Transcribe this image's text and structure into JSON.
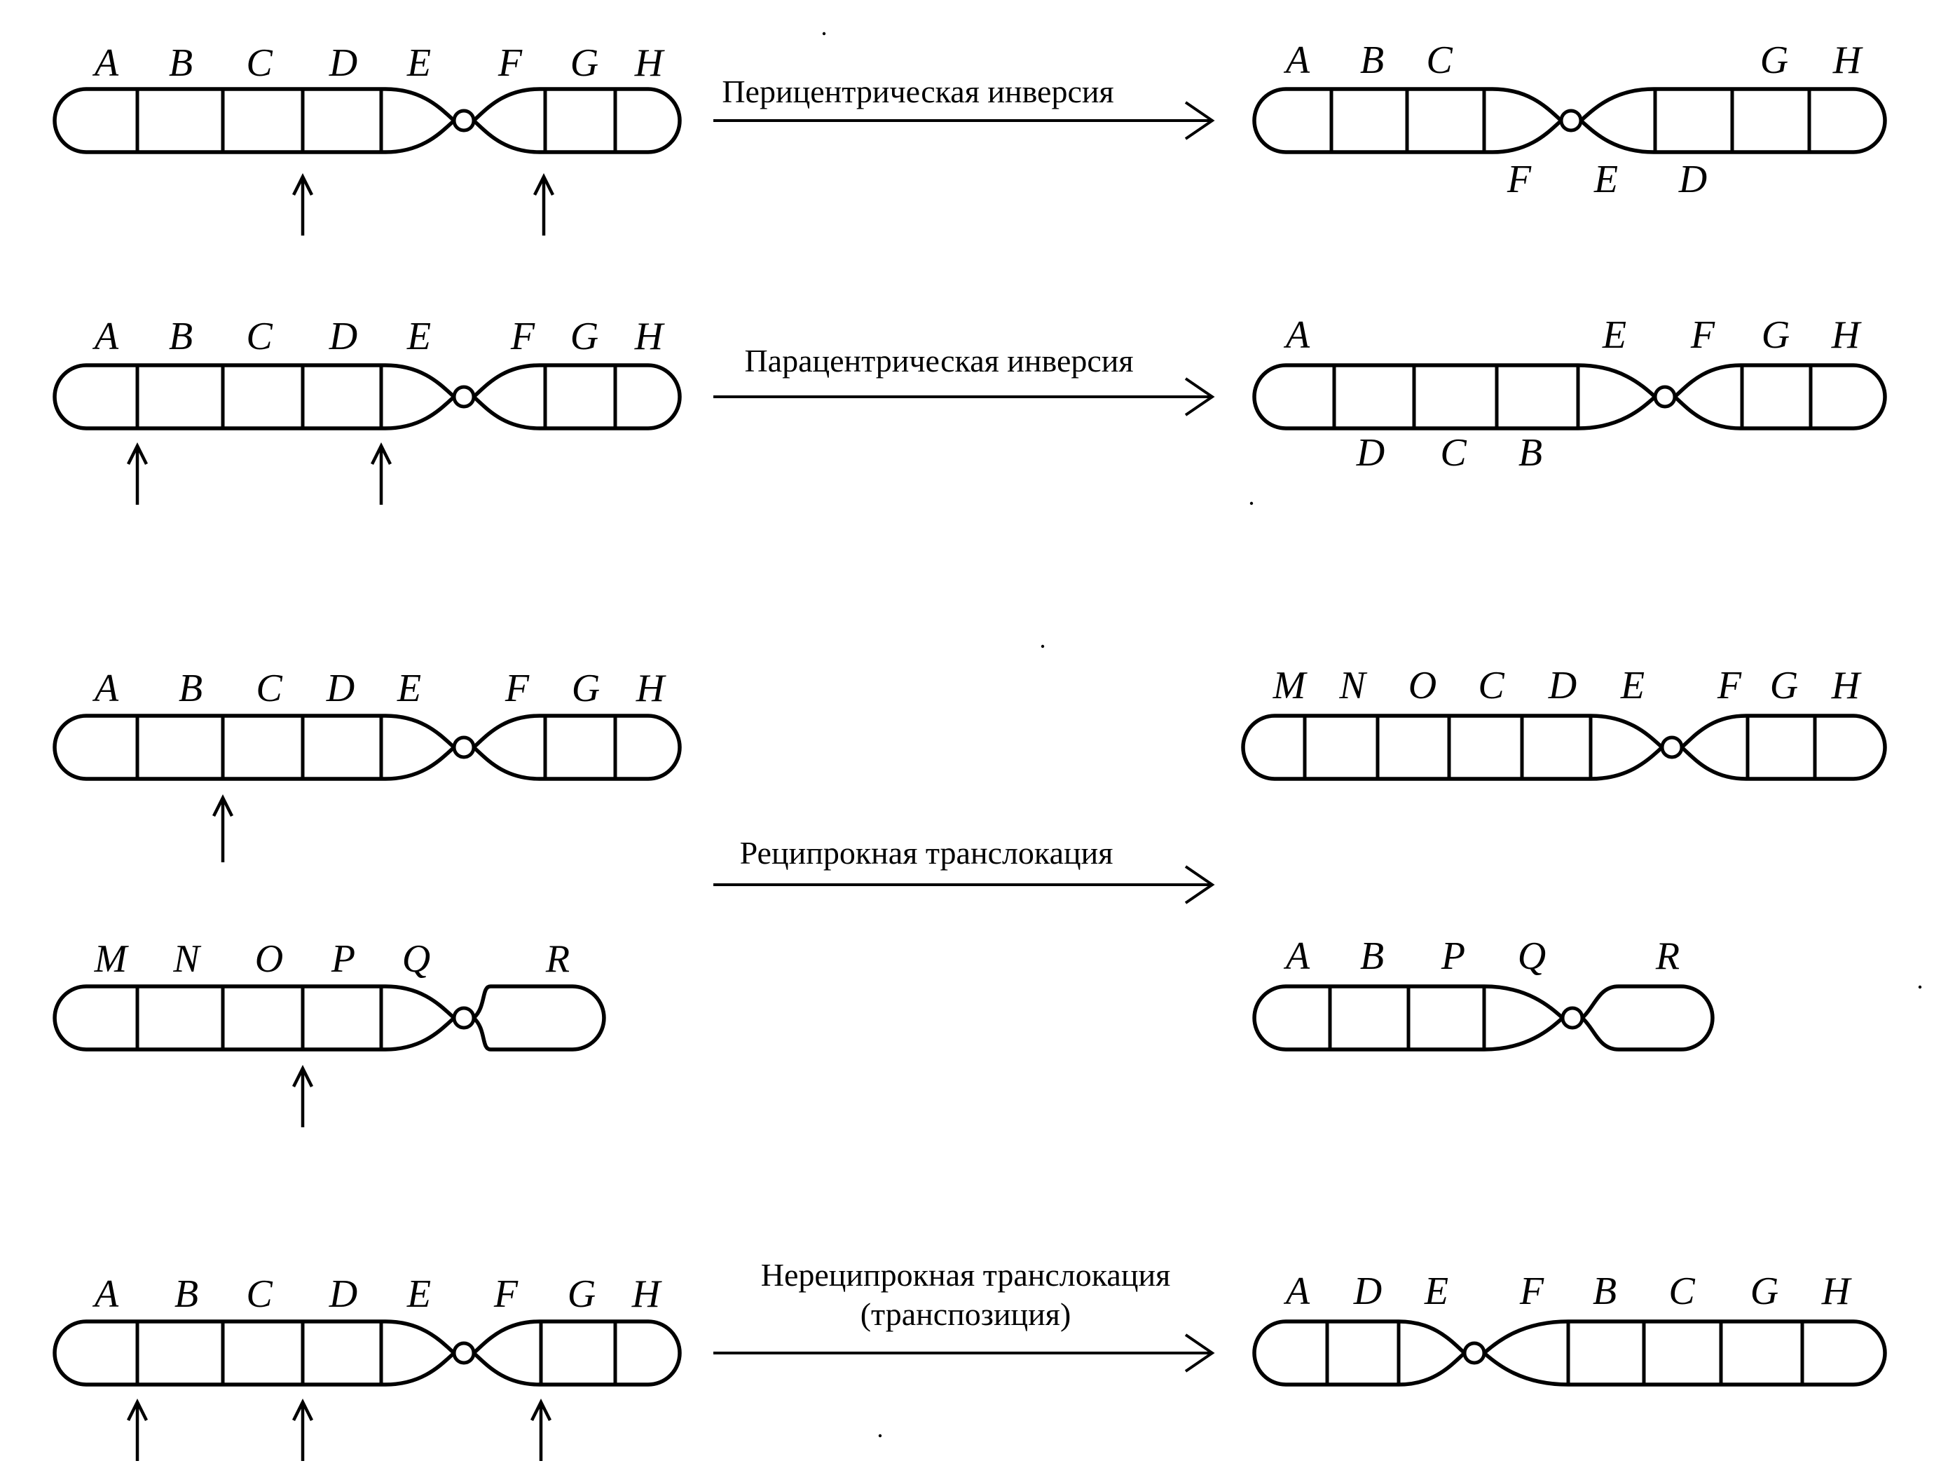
{
  "colors": {
    "ink": "#000000",
    "background": "#ffffff"
  },
  "rows": [
    {
      "id": "pericentric",
      "label_lines": [
        "Перицентрическая инверсия"
      ],
      "before": [
        {
          "genes_top": [
            "A",
            "B",
            "C",
            "D",
            "E",
            "F",
            "G",
            "H"
          ]
        }
      ],
      "after": [
        {
          "genes_top": [
            "A",
            "B",
            "C",
            "G",
            "H"
          ],
          "genes_bottom": [
            "F",
            "E",
            "D"
          ]
        }
      ]
    },
    {
      "id": "paracentric",
      "label_lines": [
        "Парацентрическая  инверсия"
      ],
      "before": [
        {
          "genes_top": [
            "A",
            "B",
            "C",
            "D",
            "E",
            "F",
            "G",
            "H"
          ]
        }
      ],
      "after": [
        {
          "genes_top": [
            "A",
            "E",
            "F",
            "G",
            "H"
          ],
          "genes_bottom": [
            "D",
            "C",
            "B"
          ]
        }
      ]
    },
    {
      "id": "reciprocal",
      "label_lines": [
        "Реципрокная  транслокация"
      ],
      "before": [
        {
          "genes_top": [
            "A",
            "B",
            "C",
            "D",
            "E",
            "F",
            "G",
            "H"
          ]
        },
        {
          "genes_top": [
            "M",
            "N",
            "O",
            "P",
            "Q",
            "R"
          ]
        }
      ],
      "after": [
        {
          "genes_top": [
            "M",
            "N",
            "O",
            "C",
            "D",
            "E",
            "F",
            "G",
            "H"
          ]
        },
        {
          "genes_top": [
            "A",
            "B",
            "P",
            "Q",
            "R"
          ]
        }
      ]
    },
    {
      "id": "nonreciprocal",
      "label_lines": [
        "Нереципрокная транслокация",
        "(транспозиция)"
      ],
      "before": [
        {
          "genes_top": [
            "A",
            "B",
            "C",
            "D",
            "E",
            "F",
            "G",
            "H"
          ]
        }
      ],
      "after": [
        {
          "genes_top": [
            "A",
            "D",
            "E",
            "F",
            "B",
            "C",
            "G",
            "H"
          ]
        }
      ]
    }
  ]
}
